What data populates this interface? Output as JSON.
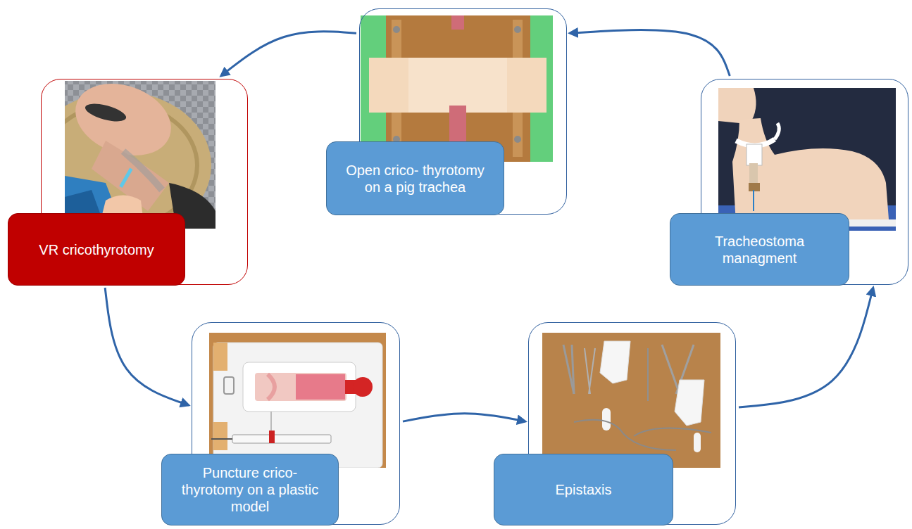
{
  "diagram": {
    "nodes": [
      {
        "text": [
          "Open crico- thyrotomy on a pig trachea"
        ]
      },
      {
        "text": [
          "VR cricothyrotomy"
        ]
      },
      {
        "text": [
          "Tracheostoma managment"
        ]
      },
      {
        "text": [
          "Puncture crico- thyrotomy on a plastic model"
        ]
      },
      {
        "text": [
          "Epistaxis"
        ]
      }
    ],
    "edges": [
      {
        "from": 0,
        "to": 1,
        "arrow": "to"
      },
      {
        "from": 1,
        "to": 3,
        "arrow": "to"
      },
      {
        "from": 3,
        "to": 4,
        "arrow": "to"
      },
      {
        "from": 4,
        "to": 2,
        "arrow": "to"
      },
      {
        "from": 2,
        "to": 0,
        "arrow": "to"
      }
    ]
  }
}
